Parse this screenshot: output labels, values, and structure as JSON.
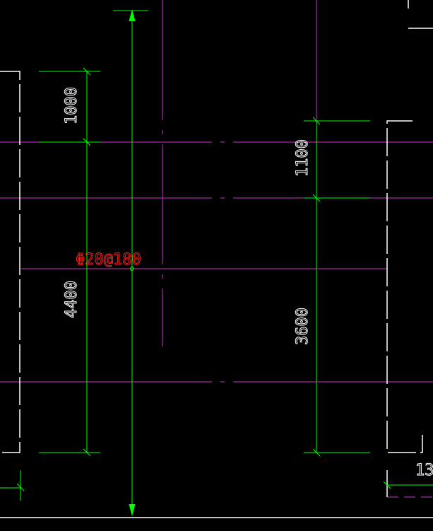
{
  "drawing": {
    "colors": {
      "background": "#000000",
      "dimension_line": "#00ff00",
      "axis_line": "#cc33cc",
      "wall_outline": "#ffffff",
      "rebar_label": "#ff2020",
      "dimension_text": "#ffffff"
    },
    "dimensions": {
      "left_upper": "1000",
      "left_lower": "4400",
      "right_upper": "1100",
      "right_lower": "3600",
      "bottom_right_partial": "13"
    },
    "rebar": {
      "label": "Φ20@180"
    }
  }
}
